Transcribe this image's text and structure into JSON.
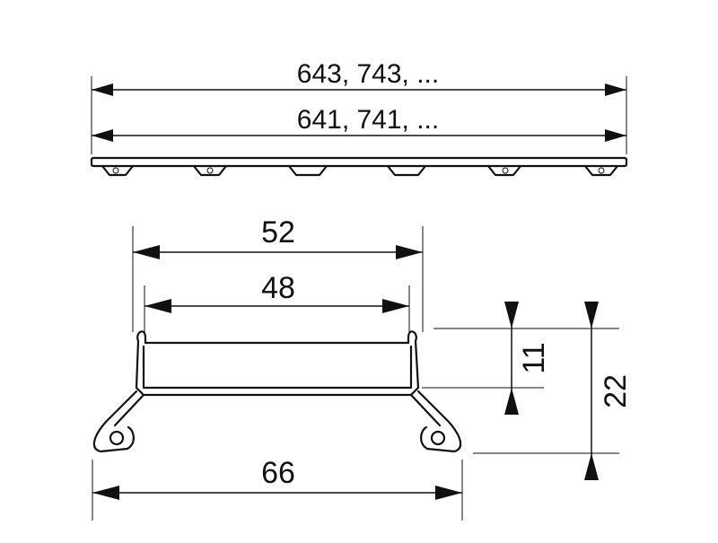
{
  "dimensions": {
    "overall_length_top": "643, 743, ...",
    "overall_length_second": "641, 741, ...",
    "width_outer": "52",
    "width_inner": "48",
    "width_base": "66",
    "height_channel": "11",
    "height_total": "22"
  }
}
